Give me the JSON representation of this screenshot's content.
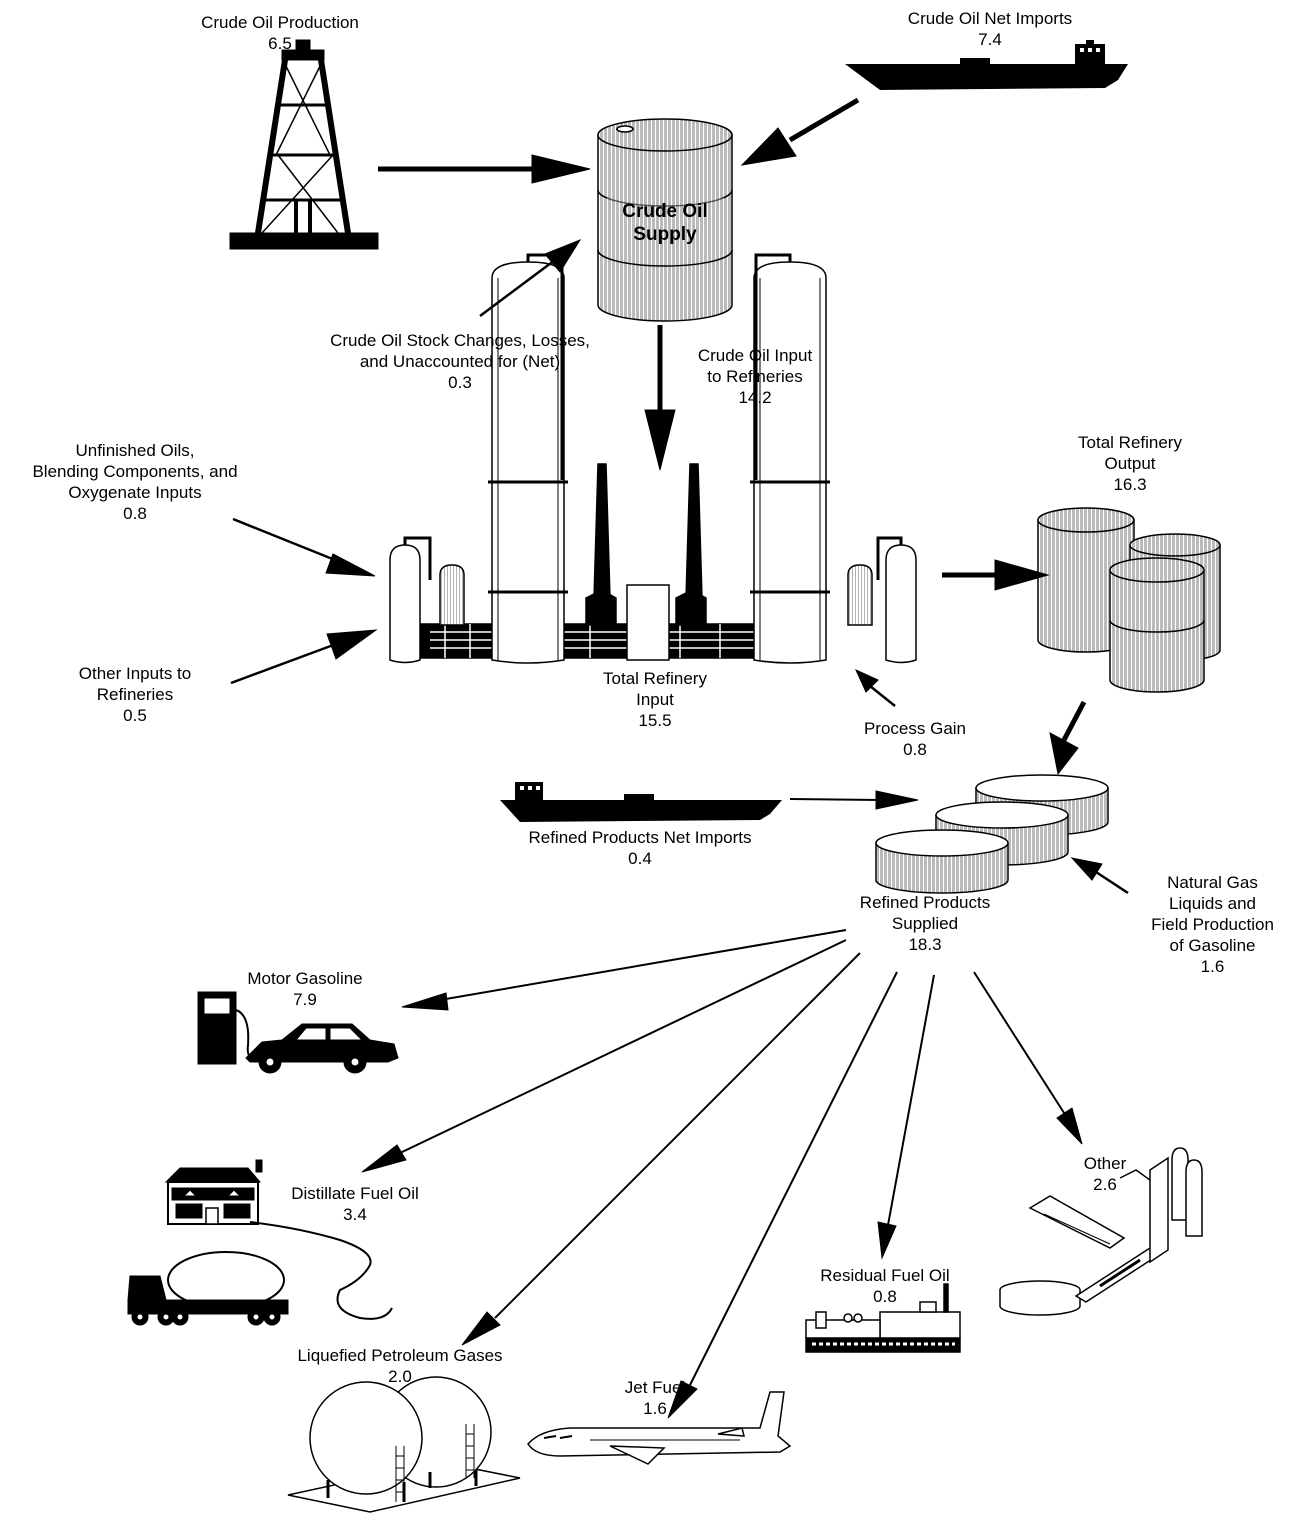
{
  "flows": {
    "crude_oil_production": {
      "label": "Crude Oil Production",
      "value": "6.5"
    },
    "crude_oil_net_imports": {
      "label": "Crude Oil Net Imports",
      "value": "7.4"
    },
    "crude_oil_supply": {
      "line1": "Crude Oil",
      "line2": "Supply"
    },
    "crude_oil_stock_changes": {
      "line1": "Crude Oil Stock Changes, Losses,",
      "line2": "and Unaccounted for (Net)",
      "value": "0.3"
    },
    "crude_oil_input_to_refineries": {
      "line1": "Crude Oil Input",
      "line2": "to Refineries",
      "value": "14.2"
    },
    "unfinished_oils": {
      "line1": "Unfinished Oils,",
      "line2": "Blending Components, and",
      "line3": "Oxygenate Inputs",
      "value": "0.8"
    },
    "other_inputs": {
      "line1": "Other Inputs to",
      "line2": "Refineries",
      "value": "0.5"
    },
    "total_refinery_input": {
      "line1": "Total Refinery",
      "line2": "Input",
      "value": "15.5"
    },
    "total_refinery_output": {
      "line1": "Total Refinery",
      "line2": "Output",
      "value": "16.3"
    },
    "process_gain": {
      "label": "Process Gain",
      "value": "0.8"
    },
    "refined_products_net_imports": {
      "label": "Refined Products Net Imports",
      "value": "0.4"
    },
    "refined_products_supplied": {
      "line1": "Refined Products",
      "line2": "Supplied",
      "value": "18.3"
    },
    "natural_gas_liquids": {
      "line1": "Natural Gas",
      "line2": "Liquids and",
      "line3": "Field Production",
      "line4": "of Gasoline",
      "value": "1.6"
    },
    "motor_gasoline": {
      "label": "Motor Gasoline",
      "value": "7.9"
    },
    "distillate_fuel_oil": {
      "label": "Distillate Fuel Oil",
      "value": "3.4"
    },
    "liquefied_petroleum_gases": {
      "label": "Liquefied Petroleum Gases",
      "value": "2.0"
    },
    "jet_fuel": {
      "label": "Jet Fuel",
      "value": "1.6"
    },
    "residual_fuel_oil": {
      "label": "Residual Fuel Oil",
      "value": "0.8"
    },
    "other": {
      "label": "Other",
      "value": "2.6"
    }
  }
}
